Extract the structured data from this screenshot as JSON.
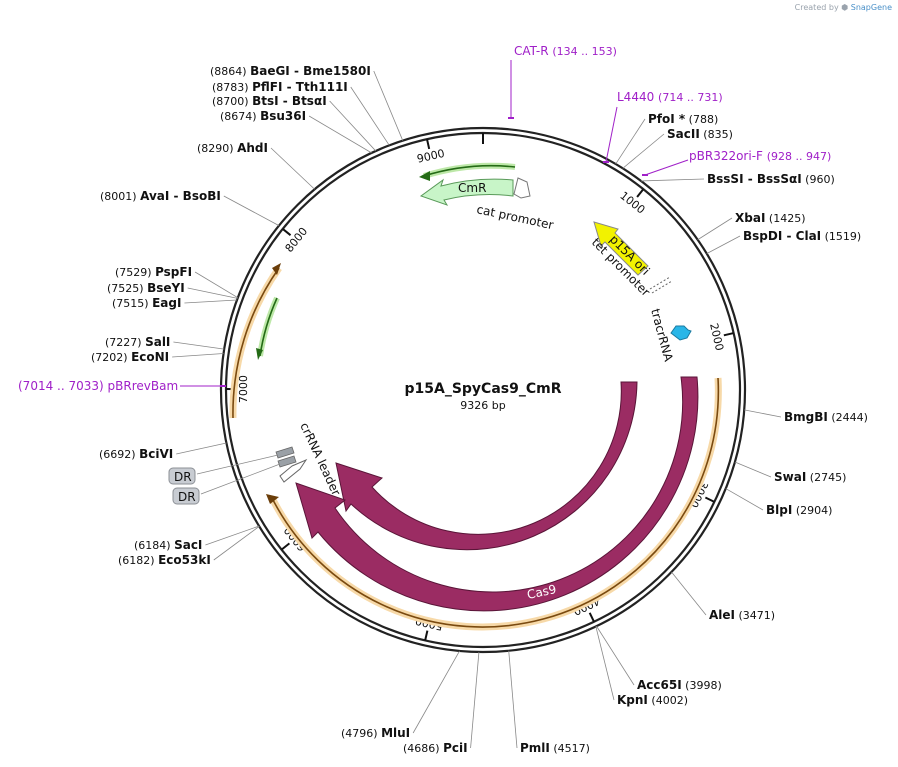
{
  "watermark": {
    "prefix": "Created by",
    "brand": "SnapGene"
  },
  "plasmid": {
    "name": "p15A_SpyCas9_CmR",
    "length_label": "9326 bp",
    "total_bp": 9326
  },
  "colors": {
    "primer": "#a020c8",
    "cas9": "#9b2c63",
    "cmr": "#c8f5c8",
    "p15a": "#f2f200",
    "tracr": "#29b6e8",
    "orange": "#e8a020"
  },
  "ticks": [
    {
      "label": "1000",
      "bp": 1000
    },
    {
      "label": "2000",
      "bp": 2000
    },
    {
      "label": "3000",
      "bp": 3000
    },
    {
      "label": "4000",
      "bp": 4000
    },
    {
      "label": "5000",
      "bp": 5000
    },
    {
      "label": "6000",
      "bp": 6000
    },
    {
      "label": "7000",
      "bp": 7000
    },
    {
      "label": "8000",
      "bp": 8000
    },
    {
      "label": "9000",
      "bp": 9000
    }
  ],
  "enzymes": [
    {
      "name": "BaeGI",
      "name2": "Bme1580I",
      "pos": "(8864)"
    },
    {
      "name": "PflFI",
      "name2": "Tth111I",
      "pos": "(8783)"
    },
    {
      "name": "BtsI",
      "name2": "BtsαI",
      "pos": "(8700)"
    },
    {
      "name": "Bsu36I",
      "name2": "",
      "pos": "(8674)"
    },
    {
      "name": "AhdI",
      "name2": "",
      "pos": "(8290)"
    },
    {
      "name": "AvaI",
      "name2": "BsoBI",
      "pos": "(8001)"
    },
    {
      "name": "PspFI",
      "name2": "",
      "pos": "(7529)"
    },
    {
      "name": "BseYI",
      "name2": "",
      "pos": "(7525)"
    },
    {
      "name": "EagI",
      "name2": "",
      "pos": "(7515)"
    },
    {
      "name": "SalI",
      "name2": "",
      "pos": "(7227)"
    },
    {
      "name": "EcoNI",
      "name2": "",
      "pos": "(7202)"
    },
    {
      "name": "BciVI",
      "name2": "",
      "pos": "(6692)"
    },
    {
      "name": "SacI",
      "name2": "",
      "pos": "(6184)"
    },
    {
      "name": "Eco53kI",
      "name2": "",
      "pos": "(6182)"
    },
    {
      "name": "MluI",
      "name2": "",
      "pos": "(4796)"
    },
    {
      "name": "PciI",
      "name2": "",
      "pos": "(4686)"
    },
    {
      "name": "PmlI",
      "name2": "",
      "pos": "(4517)"
    },
    {
      "name": "Acc65I",
      "name2": "",
      "pos": "(3998)"
    },
    {
      "name": "KpnI",
      "name2": "",
      "pos": "(4002)"
    },
    {
      "name": "AleI",
      "name2": "",
      "pos": "(3471)"
    },
    {
      "name": "BlpI",
      "name2": "",
      "pos": "(2904)"
    },
    {
      "name": "SwaI",
      "name2": "",
      "pos": "(2745)"
    },
    {
      "name": "BmgBI",
      "name2": "",
      "pos": "(2444)"
    },
    {
      "name": "BspDI",
      "name2": "ClaI",
      "pos": "(1519)"
    },
    {
      "name": "XbaI",
      "name2": "",
      "pos": "(1425)"
    },
    {
      "name": "BssSI",
      "name2": "BssSαI",
      "pos": "(960)"
    },
    {
      "name": "SacII",
      "name2": "",
      "pos": "(835)"
    },
    {
      "name": "PfoI *",
      "name2": "",
      "pos": "(788)"
    }
  ],
  "primers": [
    {
      "name": "CAT-R",
      "pos": "(134 .. 153)"
    },
    {
      "name": "L4440",
      "pos": "(714 .. 731)"
    },
    {
      "name": "pBR322ori-F",
      "pos": "(928 .. 947)"
    },
    {
      "name": "pBRrevBam",
      "pos": "(7014 .. 7033)"
    }
  ],
  "features": {
    "cmr": "CmR",
    "cat_promoter": "cat promoter",
    "p15a": "p15A ori",
    "tet_promoter": "tet promoter",
    "tracrrna": "tracrRNA",
    "cas9_inner": "Cas9",
    "cas9_outer": "Cas9",
    "crrna_leader": "crRNA leader",
    "dr1": "DR",
    "dr2": "DR"
  }
}
